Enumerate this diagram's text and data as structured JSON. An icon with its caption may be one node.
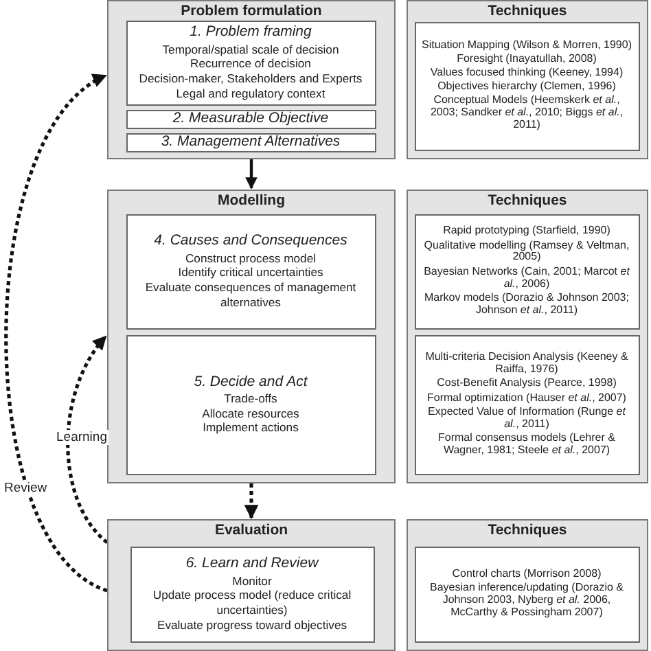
{
  "diagram": {
    "nodes": [
      {
        "text": [
          "Problem formulation"
        ]
      },
      {
        "text": [
          "1. Problem framing",
          "Temporal/spatial scale of decision",
          "Recurrence of decision",
          "Decision-maker, Stakeholders and Experts",
          "Legal and regulatory context"
        ],
        "in": 0
      },
      {
        "text": [
          "2. Measurable Objective"
        ],
        "in": 0
      },
      {
        "text": [
          "3. Management Alternatives"
        ],
        "in": 0
      },
      {
        "text": [
          "Techniques"
        ]
      },
      {
        "text": [
          "Situation Mapping (Wilson & Morren, 1990)",
          "Foresight (Inayatullah, 2008)",
          "Values focused thinking (Keeney, 1994)",
          "Objectives hierarchy (Clemen, 1996)",
          "Conceptual Models (Heemskerk *et al.*, 2003; Sandker *et al.*, 2010; Biggs *et al.*, 2011)"
        ],
        "in": 4
      },
      {
        "text": [
          "Modelling"
        ]
      },
      {
        "text": [
          "4. Causes and Consequences",
          "Construct process model",
          "Identify critical uncertainties",
          "Evaluate consequences of management alternatives"
        ],
        "in": 6
      },
      {
        "text": [
          "5. Decide and Act",
          "Trade-offs",
          "Allocate resources",
          "Implement actions"
        ],
        "in": 6
      },
      {
        "text": [
          "Techniques"
        ]
      },
      {
        "text": [
          "Rapid prototyping (Starfield, 1990)",
          "Qualitative modelling (Ramsey & Veltman, 2005)",
          "Bayesian Networks (Cain, 2001; Marcot *et al.*, 2006)",
          "Markov models (Dorazio & Johnson 2003; Johnson *et al.*, 2011)"
        ],
        "in": 9
      },
      {
        "text": [
          "Multi-criteria Decision Analysis (Keeney & Raiffa, 1976)",
          "Cost-Benefit Analysis (Pearce, 1998)",
          "Formal optimization (Hauser *et al.*, 2007)",
          "Expected Value of Information (Runge *et al.*, 2011)",
          "Formal consensus models (Lehrer & Wagner, 1981; Steele *et al.*, 2007)"
        ],
        "in": 9
      },
      {
        "text": [
          "Evaluation"
        ]
      },
      {
        "text": [
          "6. Learn and Review",
          "Monitor",
          "Update process model (reduce critical uncertainties)",
          "Evaluate progress toward objectives"
        ],
        "in": 12
      },
      {
        "text": [
          "Techniques"
        ]
      },
      {
        "text": [
          "Control charts (Morrison 2008)",
          "Bayesian inference/updating (Dorazio & Johnson 2003, Nyberg *et al.* 2006, McCarthy & Possingham 2007)"
        ],
        "in": 14
      }
    ],
    "edges": [
      {
        "from": 0,
        "to": 6,
        "arrow": "to"
      },
      {
        "from": 6,
        "to": 12,
        "arrow": "to",
        "style": "dashed"
      },
      {
        "from": 12,
        "to": 6,
        "arrow": "to",
        "style": "dashed",
        "label": "Learning"
      },
      {
        "from": 12,
        "to": 0,
        "arrow": "to",
        "style": "dashed",
        "label": "Review"
      }
    ]
  }
}
